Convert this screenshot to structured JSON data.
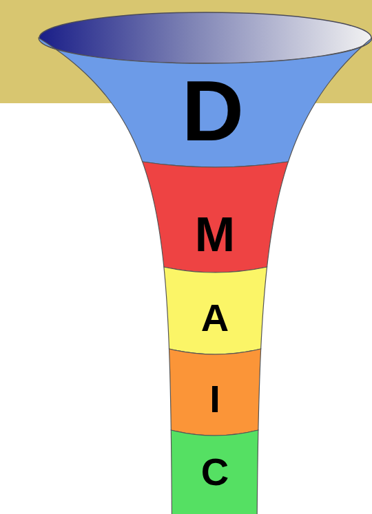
{
  "diagram": {
    "nodes": [
      {
        "text": [
          "D"
        ]
      },
      {
        "text": [
          "M"
        ]
      },
      {
        "text": [
          "A"
        ]
      },
      {
        "text": [
          "I"
        ]
      },
      {
        "text": [
          "C"
        ]
      }
    ]
  }
}
